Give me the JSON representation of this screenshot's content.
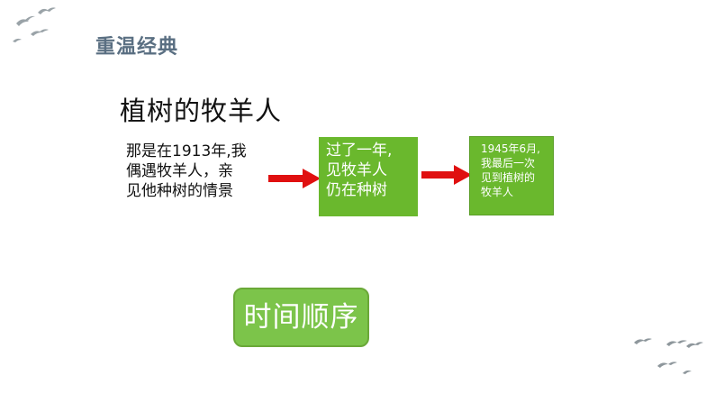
{
  "header": {
    "section_title": "重温经典"
  },
  "title": "植树的牧羊人",
  "flow": {
    "intro": "那是在1913年,我\n偶遇牧羊人，亲\n见他种树的情景",
    "step1": "过了一年,\n见牧羊人\n仍在种树",
    "step2": "1945年6月,\n我最后一次\n见到植树的\n牧羊人"
  },
  "conclusion": "时间顺序",
  "colors": {
    "green": "#6ab82d",
    "light_green": "#7cc44a",
    "arrow_red": "#e01010",
    "title_slate": "#5a6f82"
  },
  "icons": [
    "birds-decoration",
    "arrow-right-icon"
  ]
}
